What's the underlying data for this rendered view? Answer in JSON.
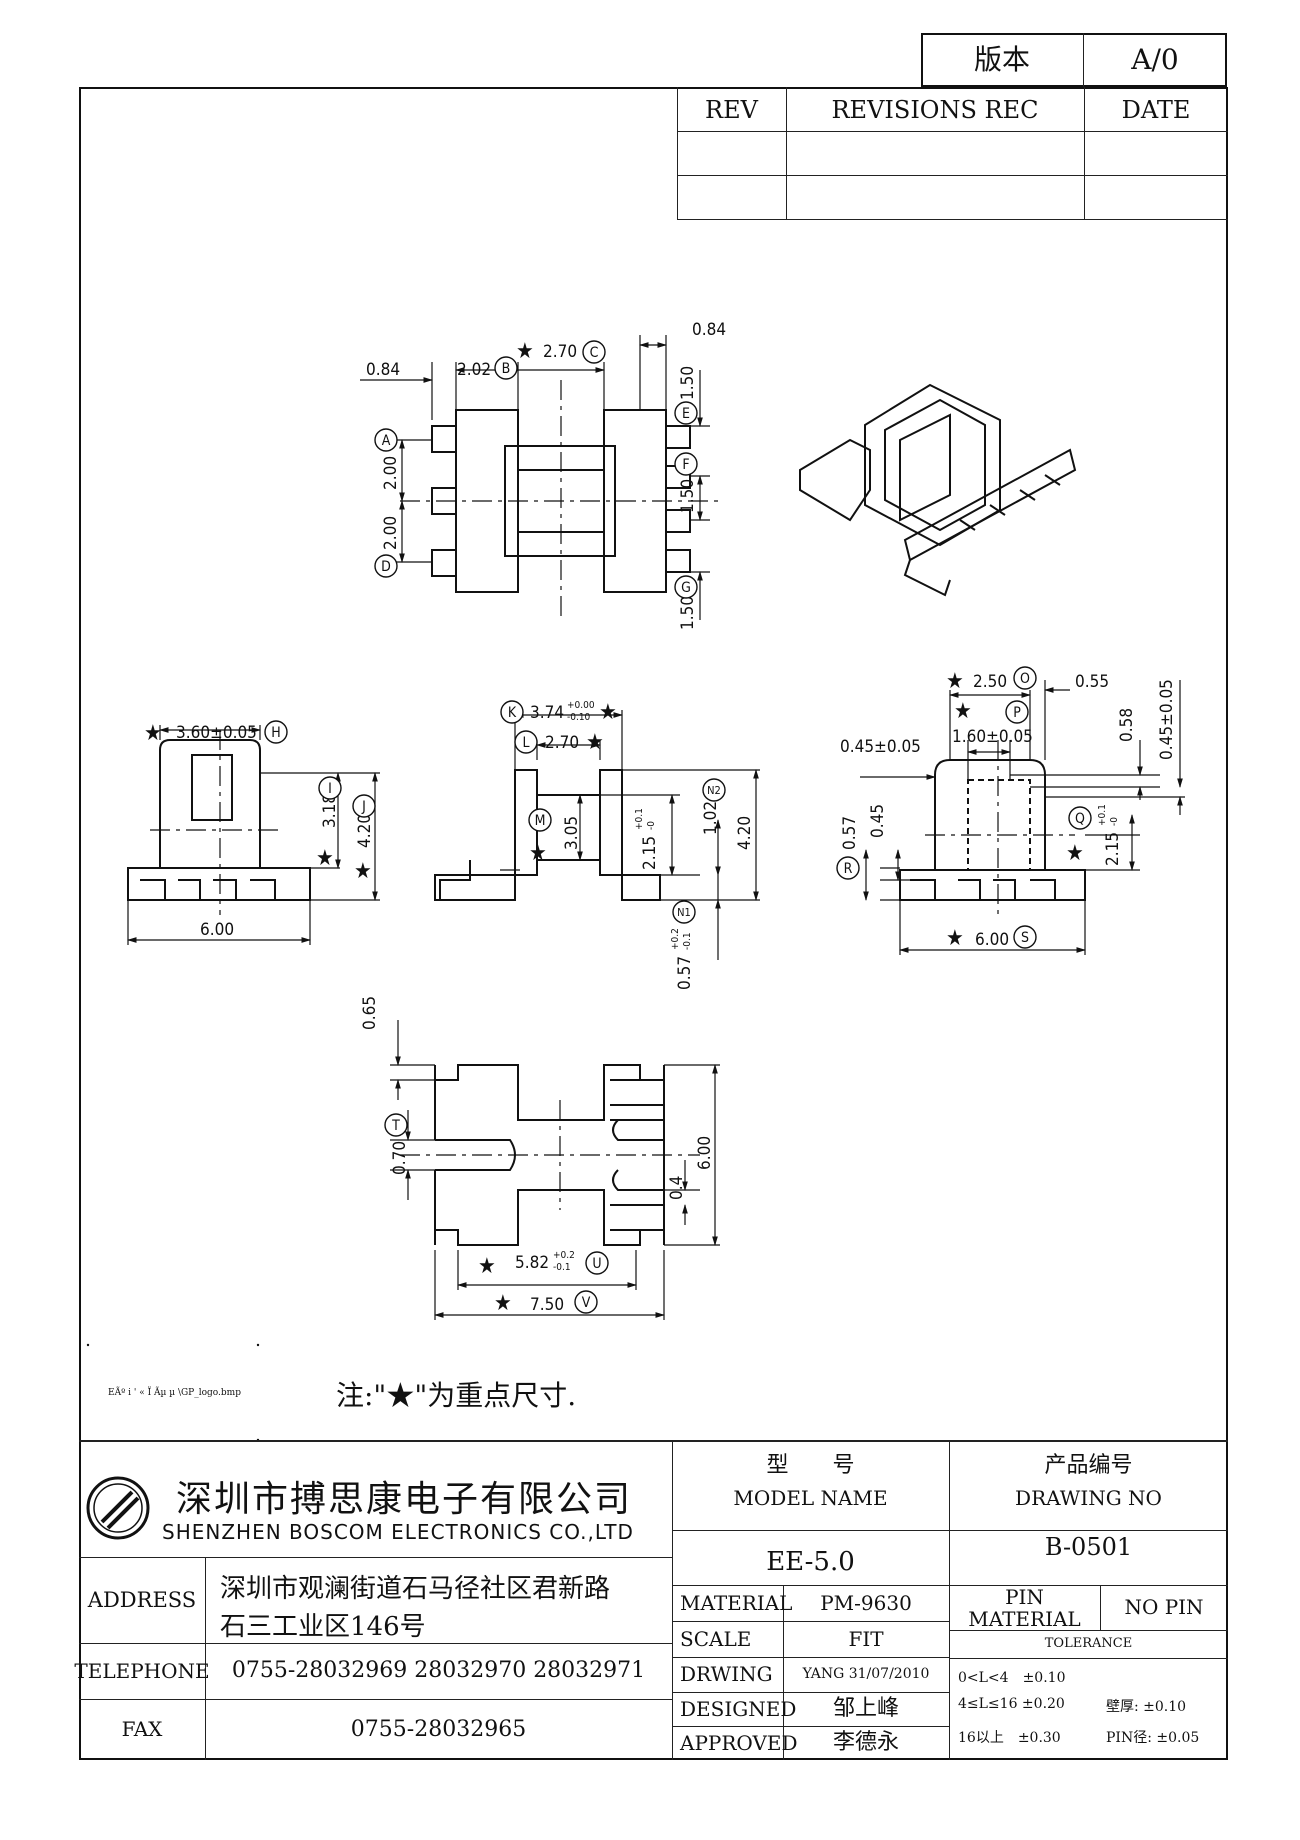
{
  "version_box": {
    "label": "版本",
    "value": "A/0"
  },
  "revisions": {
    "rev_header": "REV",
    "rec_header": "REVISIONS REC",
    "date_header": "DATE"
  },
  "dims": {
    "top_084_left": "0.84",
    "top_202": "2.02",
    "top_270": "2.70",
    "top_084_right": "0.84",
    "top_150_e": "1.50",
    "top_150_f": "1.50",
    "top_150_g": "1.50",
    "top_200_a": "2.00",
    "top_200_d": "2.00",
    "left_360": "3.60±0.05",
    "left_318": "3.18",
    "left_420": "4.20",
    "left_600": "6.00",
    "mid_374": "3.74",
    "mid_374_tol_up": "+0.00",
    "mid_374_tol_dn": "-0.10",
    "mid_270": "2.70",
    "mid_305": "3.05",
    "mid_215": "2.15",
    "mid_215_tol_up": "+0.1",
    "mid_215_tol_dn": "-0",
    "mid_102": "1.02",
    "mid_420": "4.20",
    "mid_057": "0.57",
    "mid_057_tol_up": "+0.2",
    "mid_057_tol_dn": "-0.1",
    "right_250": "2.50",
    "right_055": "0.55",
    "right_058": "0.58",
    "right_045_005": "0.45±0.05",
    "right_160": "1.60±0.05",
    "right_045_left": "0.45±0.05",
    "right_057": "0.57",
    "right_045": "0.45",
    "right_215": "2.15",
    "right_215_tol_up": "+0.1",
    "right_215_tol_dn": "-0",
    "right_600": "6.00",
    "bot_065": "0.65",
    "bot_070": "0.70",
    "bot_04": "0.4",
    "bot_600": "6.00",
    "bot_582": "5.82",
    "bot_582_tol_up": "+0.2",
    "bot_582_tol_dn": "-0.1",
    "bot_750": "7.50"
  },
  "labels": {
    "A": "A",
    "B": "B",
    "C": "C",
    "D": "D",
    "E": "E",
    "F": "F",
    "G": "G",
    "H": "H",
    "I": "I",
    "J": "J",
    "K": "K",
    "L": "L",
    "M": "M",
    "N1": "N1",
    "N2": "N2",
    "O": "O",
    "P": "P",
    "Q": "Q",
    "R": "R",
    "S": "S",
    "T": "T",
    "U": "U",
    "V": "V"
  },
  "logo_placeholder": "EÃº i ' « Ï Ãµ µ \\GP_logo.bmp",
  "note": "注:\"★\"为重点尺寸.",
  "company": {
    "name_cn": "深圳市搏思康电子有限公司",
    "name_en": "SHENZHEN BOSCOM ELECTRONICS CO.,LTD"
  },
  "address": {
    "label": "ADDRESS",
    "line1": "深圳市观澜街道石马径社区君新路",
    "line2": "石三工业区146号"
  },
  "telephone": {
    "label": "TELEPHONE",
    "value": "0755-28032969 28032970 28032971"
  },
  "fax": {
    "label": "FAX",
    "value": "0755-28032965"
  },
  "model": {
    "header_cn": "型　　号",
    "header_en": "MODEL NAME",
    "value": "EE-5.0"
  },
  "drawing_no": {
    "header_cn": "产品编号",
    "header_en": "DRAWING NO",
    "value": "B-0501"
  },
  "material": {
    "label": "MATERIAL",
    "value": "PM-9630"
  },
  "scale": {
    "label": "SCALE",
    "value": "FIT"
  },
  "drwing": {
    "label": "DRWING",
    "value": "YANG 31/07/2010"
  },
  "designed": {
    "label": "DESIGNED",
    "value": "邹上峰"
  },
  "approved": {
    "label": "APPROVED",
    "value": "李德永"
  },
  "pin_material": {
    "label1": "PIN",
    "label2": "MATERIAL",
    "value": "NO PIN"
  },
  "tolerance": {
    "header": "TOLERANCE",
    "line1": "0<L<4　±0.10",
    "line2a": "4≤L≤16 ±0.20",
    "line2b": "壁厚: ±0.10",
    "line3a": "16以上　±0.30",
    "line3b": "PIN径: ±0.05"
  }
}
